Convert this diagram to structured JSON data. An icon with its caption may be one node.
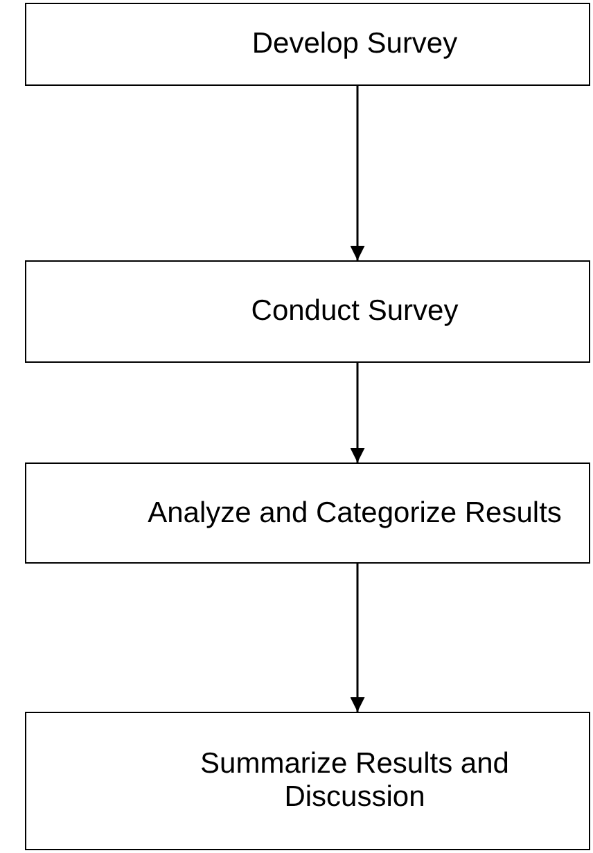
{
  "diagram": {
    "nodes": [
      {
        "text": [
          "Develop Survey"
        ]
      },
      {
        "text": [
          "Conduct Survey"
        ]
      },
      {
        "text": [
          "Analyze and Categorize Results"
        ]
      },
      {
        "text": [
          "Summarize Results and Discussion"
        ]
      }
    ],
    "edges": [
      {
        "from": 0,
        "to": 1,
        "arrow": "to"
      },
      {
        "from": 1,
        "to": 2,
        "arrow": "to"
      },
      {
        "from": 2,
        "to": 3,
        "arrow": "to"
      }
    ]
  }
}
